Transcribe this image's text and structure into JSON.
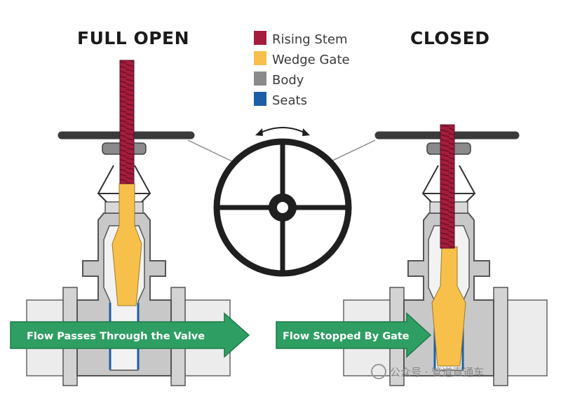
{
  "titles": {
    "open": "FULL OPEN",
    "closed": "CLOSED"
  },
  "legend": [
    {
      "label": "Rising Stem",
      "color": "#a51c3c"
    },
    {
      "label": "Wedge Gate",
      "color": "#f7c04a"
    },
    {
      "label": "Body",
      "color": "#8a8a8a"
    },
    {
      "label": "Seats",
      "color": "#1d5fa6"
    }
  ],
  "arrows": {
    "open": "Flow Passes Through the Valve",
    "closed": "Flow Stopped By Gate"
  },
  "colors": {
    "arrow": "#2e9e62",
    "pipe": "#ececec",
    "body_fill": "#cfcfcf",
    "body_stroke": "#555555",
    "handwheel": "#1f1f1f"
  },
  "watermark": "公众号 · 管道直通车"
}
